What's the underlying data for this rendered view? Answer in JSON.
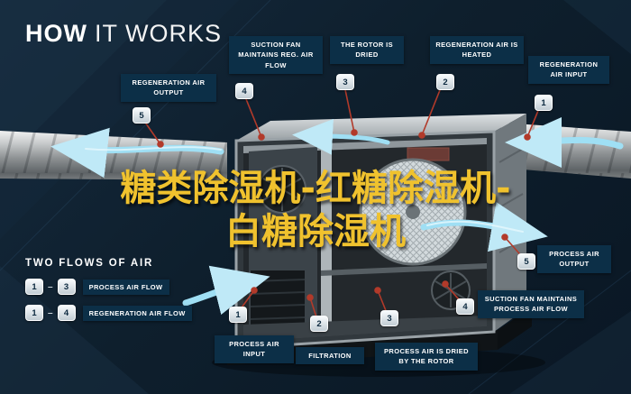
{
  "title": {
    "bold": "HOW",
    "rest": "IT WORKS"
  },
  "overlay": {
    "line1": "糖类除湿机-红糖除湿机-",
    "line2": "白糖除湿机"
  },
  "legend": {
    "heading": "TWO FLOWS OF AIR",
    "items": [
      {
        "from": "1",
        "dash": "–",
        "to": "3",
        "label": "PROCESS AIR FLOW"
      },
      {
        "from": "1",
        "dash": "–",
        "to": "4",
        "label": "REGENERATION AIR FLOW"
      }
    ]
  },
  "callouts": {
    "reg_air_output": {
      "num": "5",
      "label": "REGENERATION AIR OUTPUT"
    },
    "suction_fan_reg": {
      "num": "4",
      "label": "SUCTION FAN MAINTAINS REG. AIR FLOW"
    },
    "rotor_dried": {
      "num": "3",
      "label": "THE ROTOR IS DRIED"
    },
    "reg_air_heated": {
      "num": "2",
      "label": "REGENERATION AIR IS HEATED"
    },
    "reg_air_input": {
      "num": "1",
      "label": "REGENERATION AIR INPUT"
    },
    "process_air_output": {
      "num": "5",
      "label": "PROCESS AIR OUTPUT"
    },
    "suction_fan_process": {
      "num": "4",
      "label": "SUCTION FAN MAINTAINS PROCESS AIR FLOW"
    },
    "process_air_dried": {
      "num": "3",
      "label": "PROCESS AIR IS DRIED BY THE ROTOR"
    },
    "filtration": {
      "num": "2",
      "label": "FILTRATION"
    },
    "process_air_input": {
      "num": "1",
      "label": "PROCESS AIR INPUT"
    }
  },
  "colors": {
    "background": "#0e1f2d",
    "label_box": "#0c2f47",
    "badge_bg": "#dfe7ec",
    "badge_text": "#0d2a40",
    "connector_red": "#b23a2a",
    "airflow_cyan": "#9fdff4",
    "overlay_yellow": "#f0c22e",
    "title_white": "#ffffff"
  }
}
